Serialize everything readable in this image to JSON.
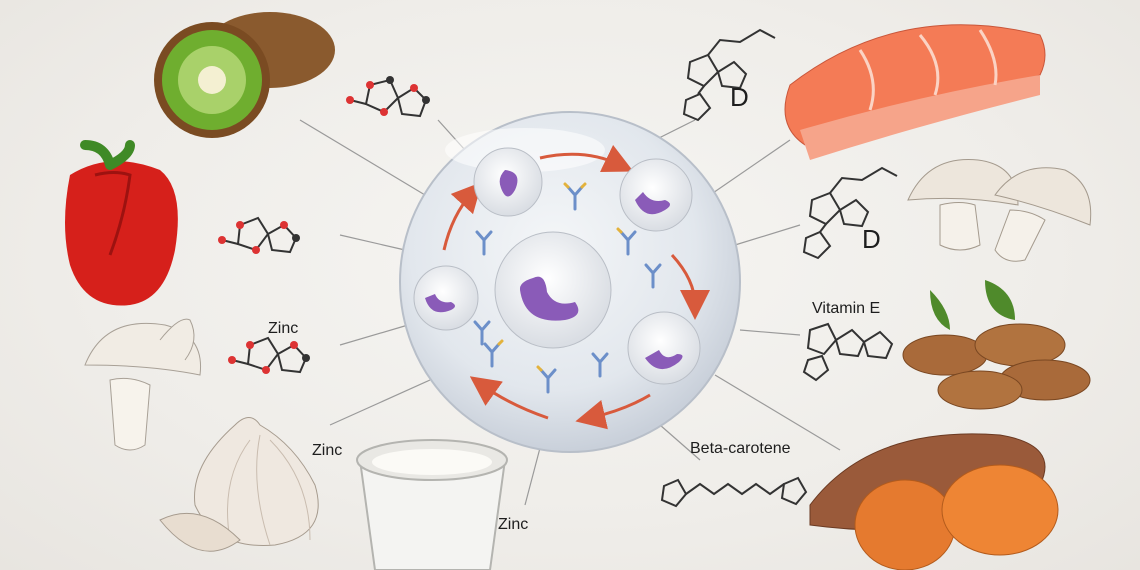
{
  "labels": {
    "d_top": "D",
    "d_right": "D",
    "vitamin_e": "Vitamin E",
    "beta_carotene": "Beta-carotene",
    "zinc_left": "Zinc",
    "zinc_lower_left": "Zinc",
    "zinc_bottom": "Zinc"
  },
  "colors": {
    "background": "#efede9",
    "circle_fill": "#dfe4ea",
    "arrow": "#d85a3c",
    "nucleus": "#8a5bb8",
    "antibody_blue": "#6c8fc9",
    "antibody_yellow": "#e3b23c"
  },
  "icons": [
    "kiwi",
    "bell-pepper",
    "mushroom",
    "garlic",
    "yogurt-cup",
    "salmon-fillet",
    "mushrooms",
    "almonds",
    "sweet-potato",
    "white-blood-cell",
    "antibody",
    "molecule"
  ]
}
